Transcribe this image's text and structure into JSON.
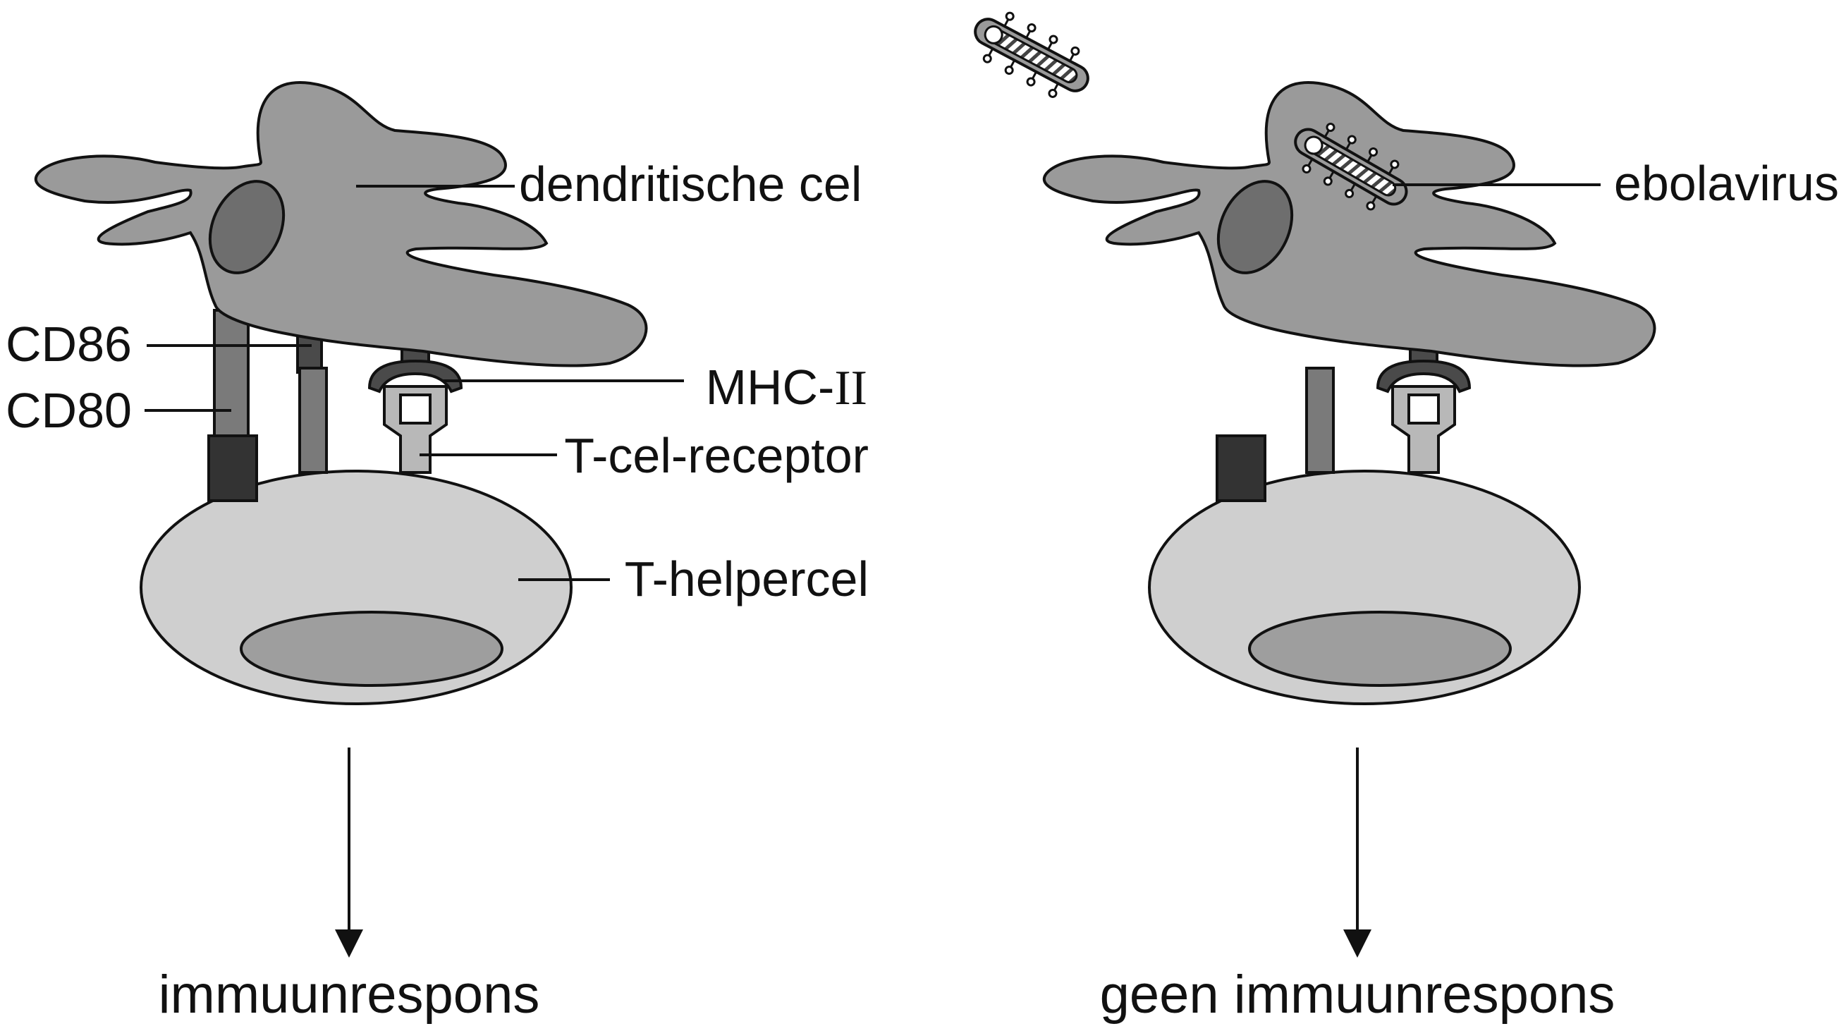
{
  "labels": {
    "dendritic_cell": "dendritische cel",
    "cd86": "CD86",
    "cd80": "CD80",
    "mhc_prefix": "MHC-",
    "mhc_roman": "II",
    "tcr": "T-cel-receptor",
    "t_helper": "T-helpercel",
    "ebola": "ebolavirus"
  },
  "outcomes": {
    "left": "immuunrespons",
    "right": "geen immuunrespons"
  },
  "colors": {
    "dendritic": "#9a9a9a",
    "nucleus_dc": "#6e6e6e",
    "t_cell": "#cfcfcf",
    "t_nucleus": "#9e9e9e",
    "cd80_dark": "#333333",
    "cd86_mid": "#7a7a7a",
    "mhc_dark": "#4a4a4a",
    "tcr_light": "#b8b8b8"
  }
}
